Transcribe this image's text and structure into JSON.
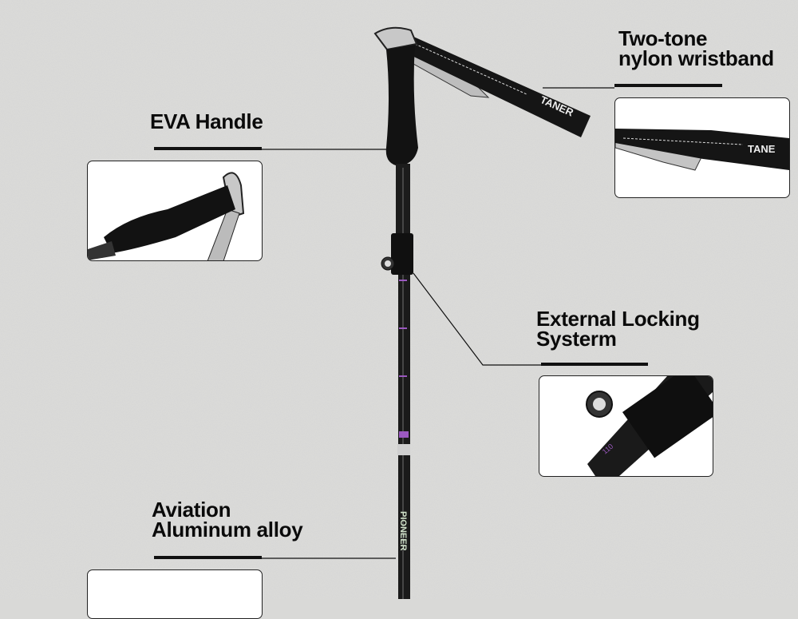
{
  "callouts": {
    "wristband": {
      "line1": "Two-tone",
      "line2": "nylon wristband"
    },
    "handle": {
      "line1": "EVA Handle"
    },
    "locking": {
      "line1": "External Locking",
      "line2": "Systerm"
    },
    "alloy": {
      "line1": "Aviation",
      "line2": "Aluminum alloy"
    }
  },
  "product_lettering": {
    "strap_brand": "TANER",
    "shaft_brand": "PIONEER",
    "lock_scale": "110"
  },
  "colors": {
    "background": "#d9d9d7",
    "pole": "#1a1a1a",
    "accent": "#9b59c0",
    "strap_grey": "#bdbdbd"
  }
}
